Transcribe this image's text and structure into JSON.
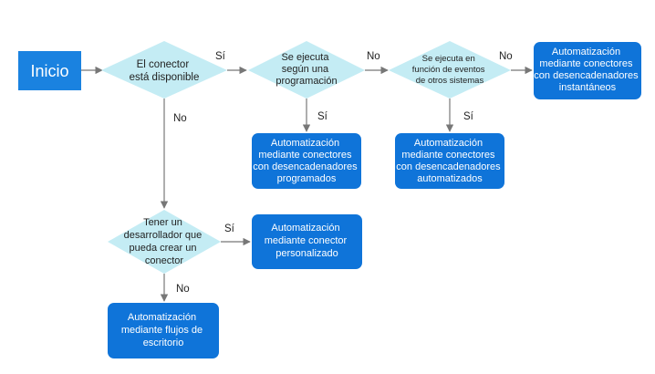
{
  "colors": {
    "start": "#1a82e0",
    "box": "#0f74d9",
    "decision": "#c4ecf4",
    "line": "#777777",
    "text_dark": "#222222",
    "text_light": "#ffffff"
  },
  "start": {
    "label": "Inicio"
  },
  "decisions": {
    "connector_available": {
      "lines": [
        "El conector",
        "está disponible"
      ]
    },
    "scheduled": {
      "lines": [
        "Se ejecuta",
        "según una",
        "programación"
      ]
    },
    "event_based": {
      "lines": [
        "Se ejecuta en",
        "función de eventos",
        "de otros sistemas"
      ]
    },
    "developer": {
      "lines": [
        "Tener un",
        "desarrollador que",
        "pueda crear un",
        "conector"
      ]
    }
  },
  "outcomes": {
    "instant": {
      "lines": [
        "Automatización",
        "mediante conectores",
        "con desencadenadores",
        "instantáneos"
      ]
    },
    "scheduled": {
      "lines": [
        "Automatización",
        "mediante conectores",
        "con desencadenadores",
        "programados"
      ]
    },
    "automated": {
      "lines": [
        "Automatización",
        "mediante conectores",
        "con desencadenadores",
        "automatizados"
      ]
    },
    "custom": {
      "lines": [
        "Automatización",
        "mediante conector",
        "personalizado"
      ]
    },
    "desktop": {
      "lines": [
        "Automatización",
        "mediante flujos de",
        "escritorio"
      ]
    }
  },
  "edge_labels": {
    "yes": "Sí",
    "no": "No"
  }
}
